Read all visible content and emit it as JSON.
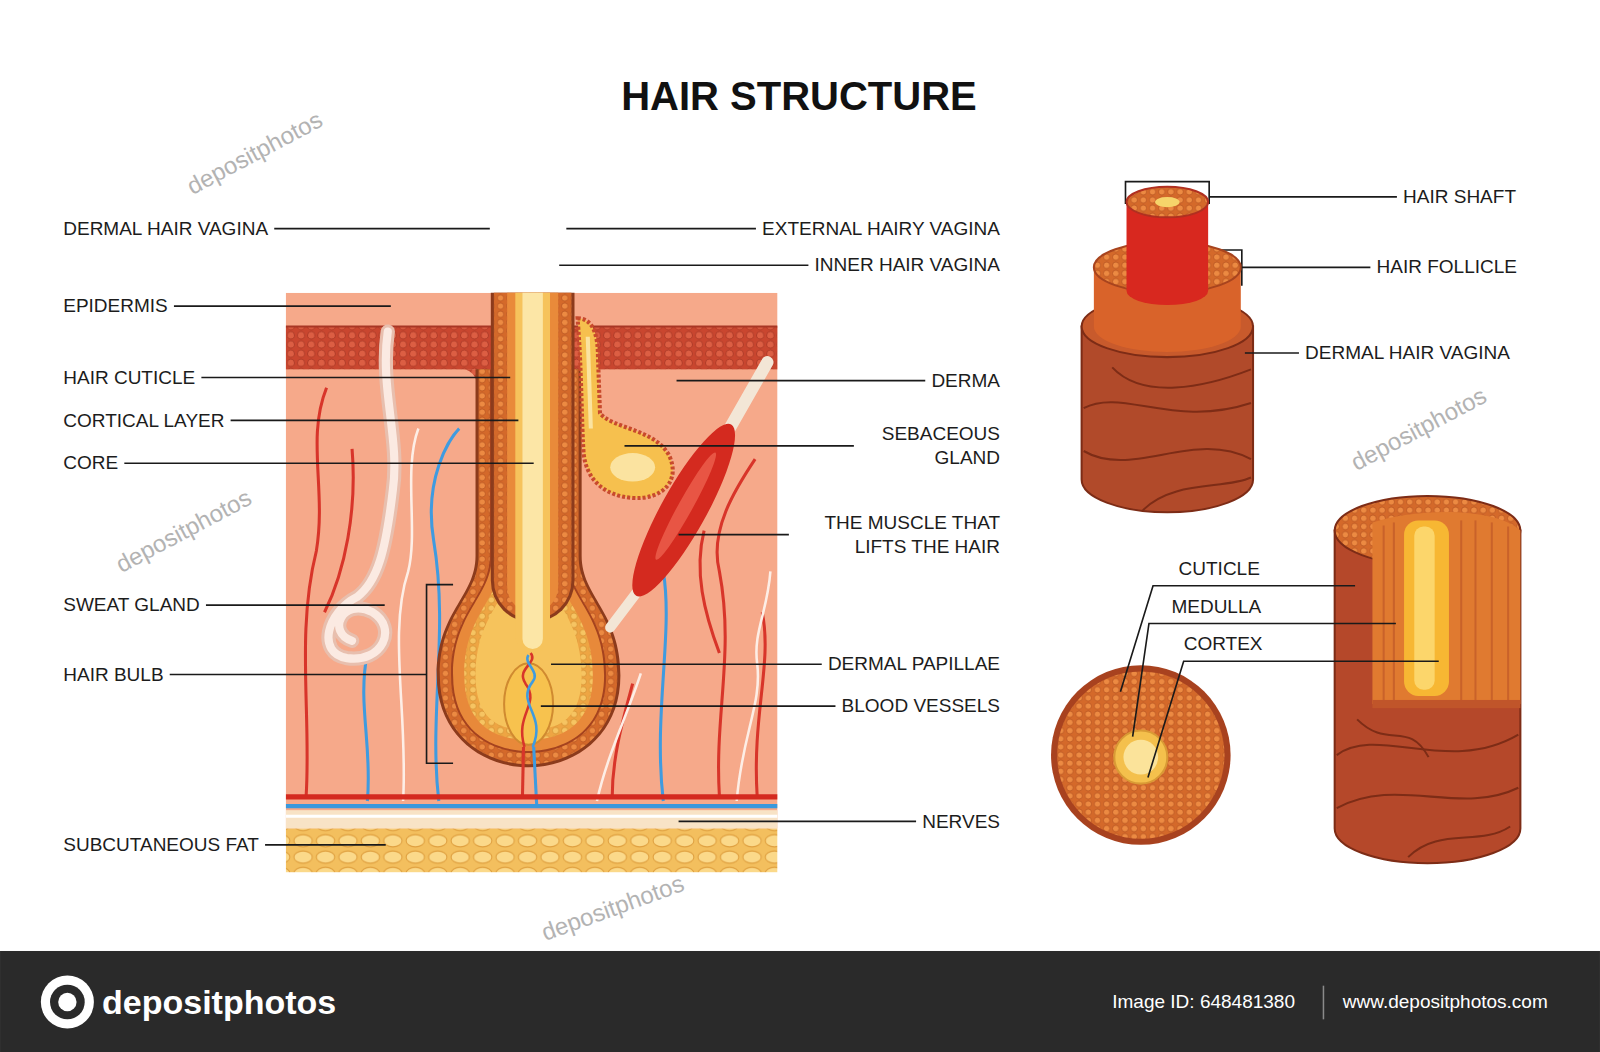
{
  "diagram": {
    "title": "HAIR STRUCTURE",
    "labels": [
      "DERMAL HAIR VAGINA",
      "EPIDERMIS",
      "HAIR CUTICLE",
      "CORTICAL LAYER",
      "CORE",
      "SWEAT GLAND",
      "HAIR BULB",
      "SUBCUTANEOUS FAT",
      "EXTERNAL HAIRY VAGINA",
      "INNER HAIR VAGINA",
      "DERMA",
      "SEBACEOUS GLAND",
      "THE MUSCLE THAT LIFTS THE HAIR",
      "DERMAL PAPILLAE",
      "BLOOD VESSELS",
      "NERVES",
      "HAIR SHAFT",
      "HAIR FOLLICLE",
      "DERMAL HAIR VAGINA",
      "CUTICLE",
      "MEDULLA",
      "CORTEX",
      "depositphotos",
      "depositphotos",
      "depositphotos",
      "depositphotos",
      "depositphotos",
      "Image ID: 648481380",
      "www.depositphotos.com"
    ]
  }
}
